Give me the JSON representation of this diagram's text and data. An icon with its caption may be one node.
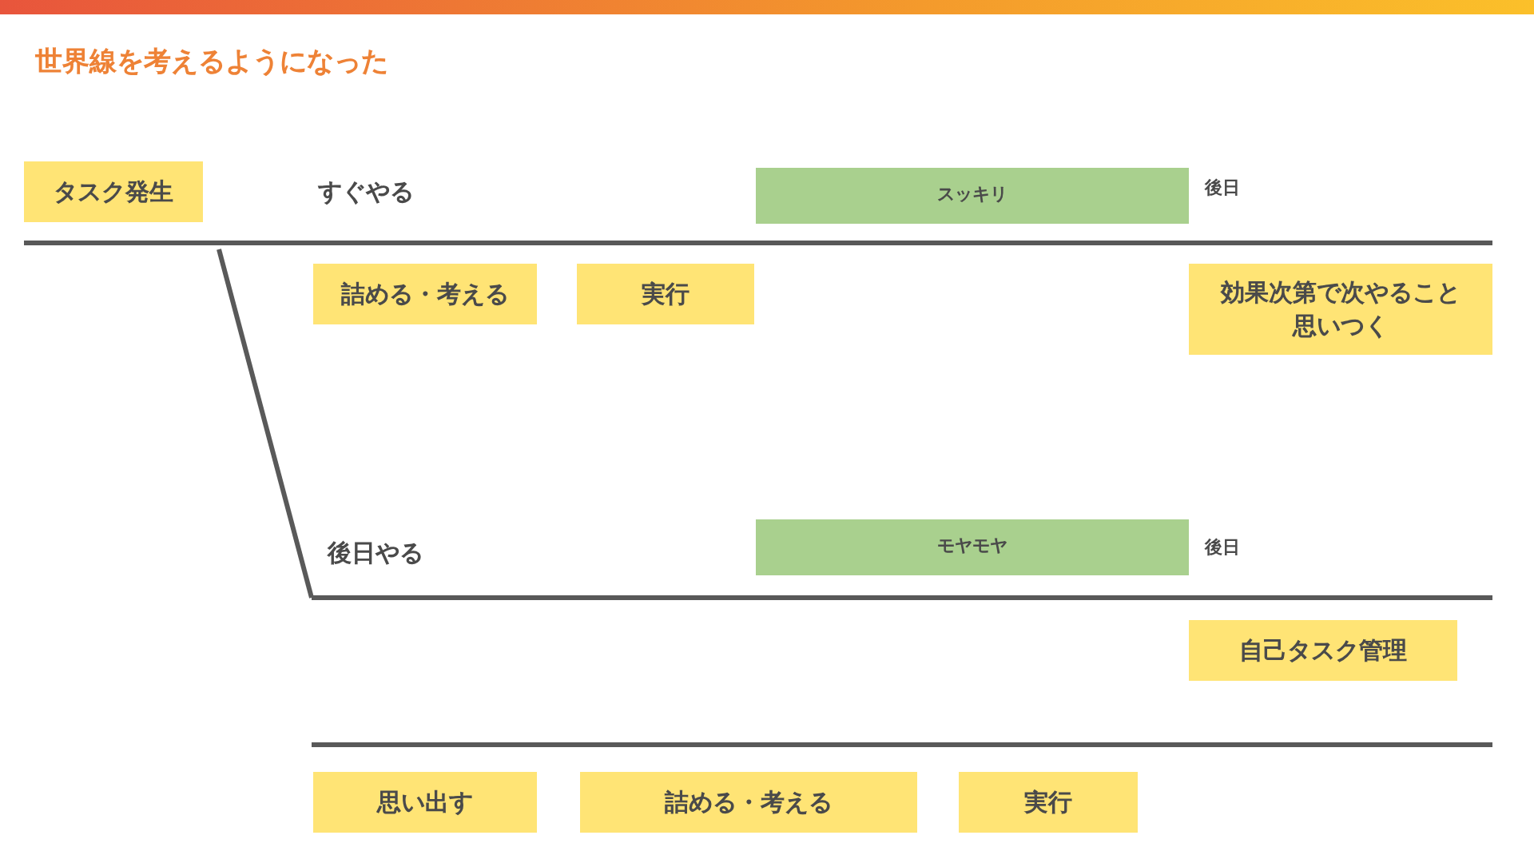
{
  "diagram": {
    "title": "世界線を考えるようになった",
    "nodes": [
      {
        "text": [
          "タスク発生"
        ]
      },
      {
        "text": [
          "スッキリ"
        ],
        "beside": [
          "後日"
        ]
      },
      {
        "text": [
          "詰める・考える"
        ]
      },
      {
        "text": [
          "実行"
        ]
      },
      {
        "text": [
          "効果次第で次やること思いつく"
        ]
      },
      {
        "text": [
          "モヤモヤ"
        ],
        "beside": [
          "後日"
        ]
      },
      {
        "text": [
          "自己タスク管理"
        ]
      },
      {
        "text": [
          "思い出す"
        ]
      },
      {
        "text": [
          "詰める・考える"
        ]
      },
      {
        "text": [
          "実行"
        ]
      }
    ],
    "edges": [],
    "labels": [
      "すぐやる",
      "後日やる"
    ]
  }
}
